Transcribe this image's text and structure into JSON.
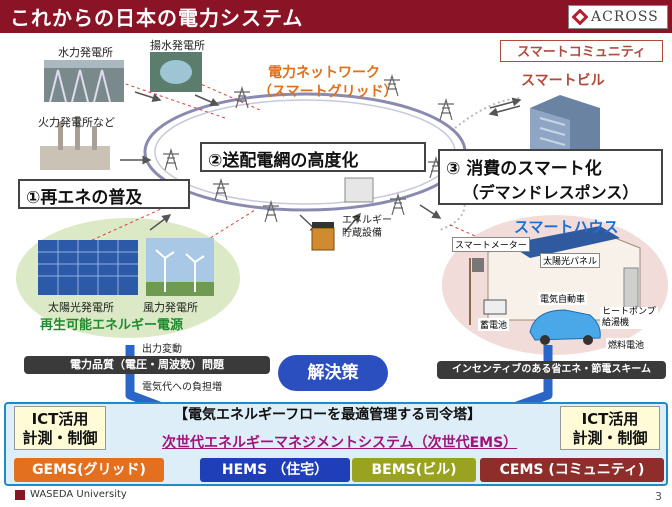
{
  "header": {
    "title": "これからの日本の電力システム",
    "logo_text": "ACROSS"
  },
  "plants": {
    "hydro": "水力発電所",
    "pumped": "揚水発電所",
    "thermal": "火力発電所など",
    "solar": "太陽光発電所",
    "wind": "風力発電所",
    "renewable_source": "再生可能エネルギー電源"
  },
  "network": {
    "title_line1": "電力ネットワーク",
    "title_line2": "（スマートグリッド）",
    "storage_line1": "エネルギー",
    "storage_line2": "貯蔵設備"
  },
  "themes": {
    "t1": "①再エネの普及",
    "t2": "②送配電網の高度化",
    "t3_line1": "③ 消費のスマート化",
    "t3_line2": "（デマンドレスポンス）"
  },
  "community": {
    "label": "スマートコミュニティ",
    "building": "スマートビル"
  },
  "house": {
    "title": "スマートハウス",
    "meter": "スマートメーター",
    "solar_panel": "太陽光パネル",
    "ev": "電気自動車",
    "battery": "蓄電池",
    "heatpump_line1": "ヒートポンプ",
    "heatpump_line2": "給湯機",
    "fuelcell": "燃料電池"
  },
  "issues": {
    "power_quality": "電力品質（電圧・周波数）問題",
    "output": "出力変動",
    "cost": "電気代への負担増",
    "solution": "解決策",
    "incentive": "インセンティブのある省エネ・節電スキーム"
  },
  "ict": {
    "left_line1": "ICT活用",
    "left_line2": "計測・制御",
    "right_line1": "ICT活用",
    "right_line2": "計測・制御",
    "command": "【電気エネルギーフローを最適管理する司令塔】",
    "ems_title": "次世代エネルギーマネジメントシステム（次世代EMS）"
  },
  "ems": [
    {
      "label": "GEMS(グリッド)",
      "color": "#e2701f"
    },
    {
      "label": "HEMS （住宅）",
      "color": "#1f3fb8"
    },
    {
      "label": "BEMS(ビル)",
      "color": "#9aa320"
    },
    {
      "label": "CEMS (コミュニティ)",
      "color": "#8e2d2a"
    }
  ],
  "footer": {
    "university": "WASEDA University",
    "page": "3"
  },
  "colors": {
    "brand": "#8b1326",
    "network_title": "#e0701a",
    "house_title": "#1c6fd6",
    "renewable_title": "#1f8a2e",
    "ems_title": "#a0137a"
  }
}
